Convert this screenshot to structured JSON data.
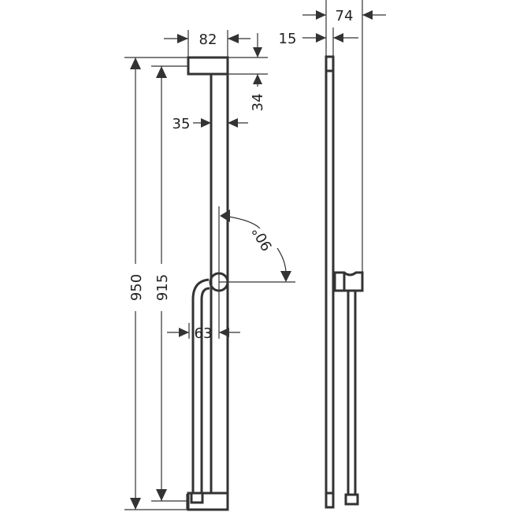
{
  "drawing": {
    "type": "technical-dimension-drawing",
    "subject": "shower rail with slider and hose",
    "units": "mm",
    "dimensions": {
      "top_mount_width": "82",
      "top_mount_height": "34",
      "rail_offset": "35",
      "overall_height": "950",
      "rail_length": "915",
      "slider_to_hose": "63",
      "rotation_angle": "90°",
      "side_depth": "74",
      "side_thickness": "15"
    },
    "colors": {
      "line": "#333333",
      "background": "#ffffff"
    }
  }
}
